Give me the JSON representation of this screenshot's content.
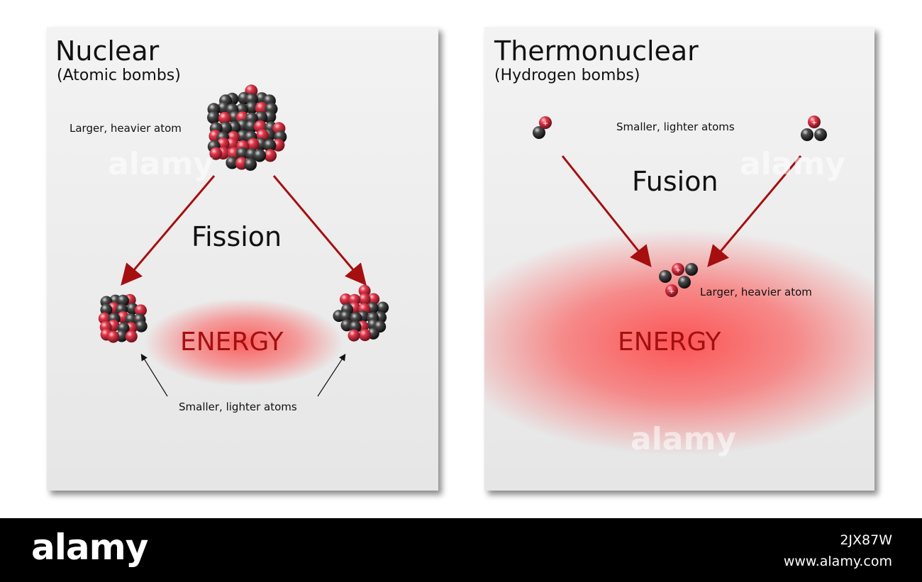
{
  "left_panel": {
    "title": "Nuclear",
    "subtitle": "(Atomic bombs)",
    "heavy_label": "Larger, heavier atom",
    "process": "Fission",
    "energy": "ENERGY",
    "light_label": "Smaller, lighter atoms"
  },
  "right_panel": {
    "title": "Thermonuclear",
    "subtitle": "(Hydrogen bombs)",
    "light_label": "Smaller, lighter atoms",
    "process": "Fusion",
    "heavy_label": "Larger, heavier atom",
    "energy": "ENERGY"
  },
  "colors": {
    "arrow": "#a50f0f",
    "energy_glow": "#ff3b3b",
    "proton": "#e0384a",
    "neutron": "#3a3a3a"
  },
  "footer": {
    "logo": "alamy",
    "image_id": "2JX87W",
    "site": "www.alamy.com"
  }
}
